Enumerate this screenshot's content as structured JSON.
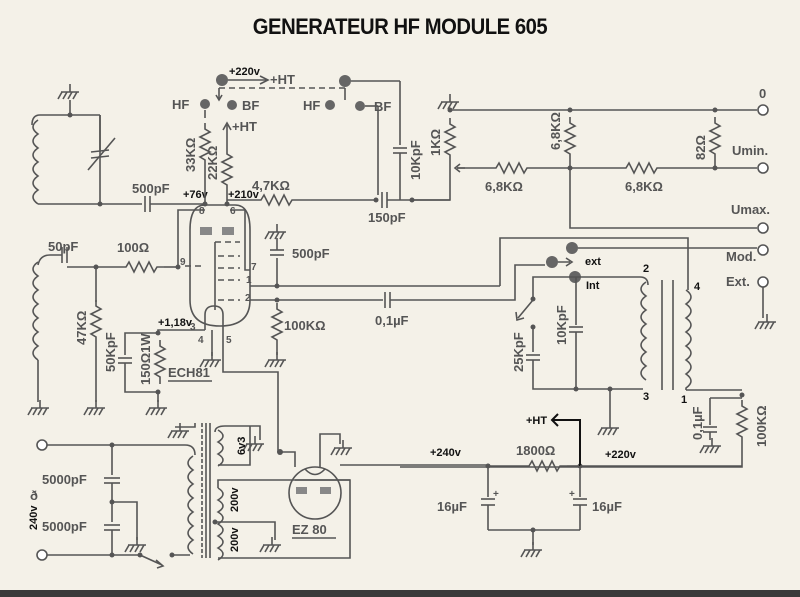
{
  "title": "GENERATEUR HF MODULE 605",
  "voltages": {
    "v220_top": "+220v",
    "v76": "+76v",
    "v210": "+210v",
    "v118": "+1,18v",
    "v240": "+240v",
    "v220_bottom": "+220v",
    "ht_arrow": "+HT"
  },
  "switch_labels": {
    "ht_top": "+HT",
    "ht_mid": "+HT",
    "hf1": "HF",
    "bf1": "BF",
    "hf2": "HF",
    "bf2": "BF",
    "ext": "ext",
    "int": "Int"
  },
  "components": {
    "c_500pf_top": "500pF",
    "r_33k": "33KΩ",
    "r_22k": "22KΩ",
    "r_4_7k": "4,7KΩ",
    "c_150pf": "150pF",
    "c_10kpf_top": "10KpF",
    "r_1k": "1KΩ",
    "r_6_8k_v": "6,8KΩ",
    "r_6_8k_a": "6,8KΩ",
    "r_6_8k_b": "6,8KΩ",
    "r_82": "82Ω",
    "c_50pf": "50pF",
    "r_100": "100Ω",
    "c_500pf_mid": "500pF",
    "r_47k": "47KΩ",
    "c_50kpf": "50KpF",
    "r_150": "150Ω1W",
    "tube1": "ECH81",
    "r_100k_mid": "100KΩ",
    "c_0_1uf_mid": "0,1µF",
    "c_25kpf": "25KpF",
    "c_10kpf_mid": "10KpF",
    "c_0_1uf_right": "0,1µF",
    "r_100k_right": "100KΩ",
    "c_5000pf_a": "5000pF",
    "c_5000pf_b": "5000pF",
    "mains": "240v",
    "w_6v3": "6v3",
    "w_200a": "200v",
    "w_200b": "200v",
    "tube2": "EZ 80",
    "r_1800": "1800Ω",
    "c_16uf_a": "16µF",
    "c_16uf_b": "16µF"
  },
  "pins": {
    "p8": "8",
    "p6": "6",
    "p9": "9",
    "p7": "7",
    "p1": "1",
    "p2": "2",
    "p3": "3",
    "p4": "4",
    "p5": "5",
    "t2": "2",
    "t3": "3",
    "t4": "4",
    "t1": "1"
  },
  "outputs": {
    "zero": "0",
    "umin": "Umin.",
    "umax": "Umax.",
    "mod": "Mod.",
    "ext": "Ext."
  }
}
